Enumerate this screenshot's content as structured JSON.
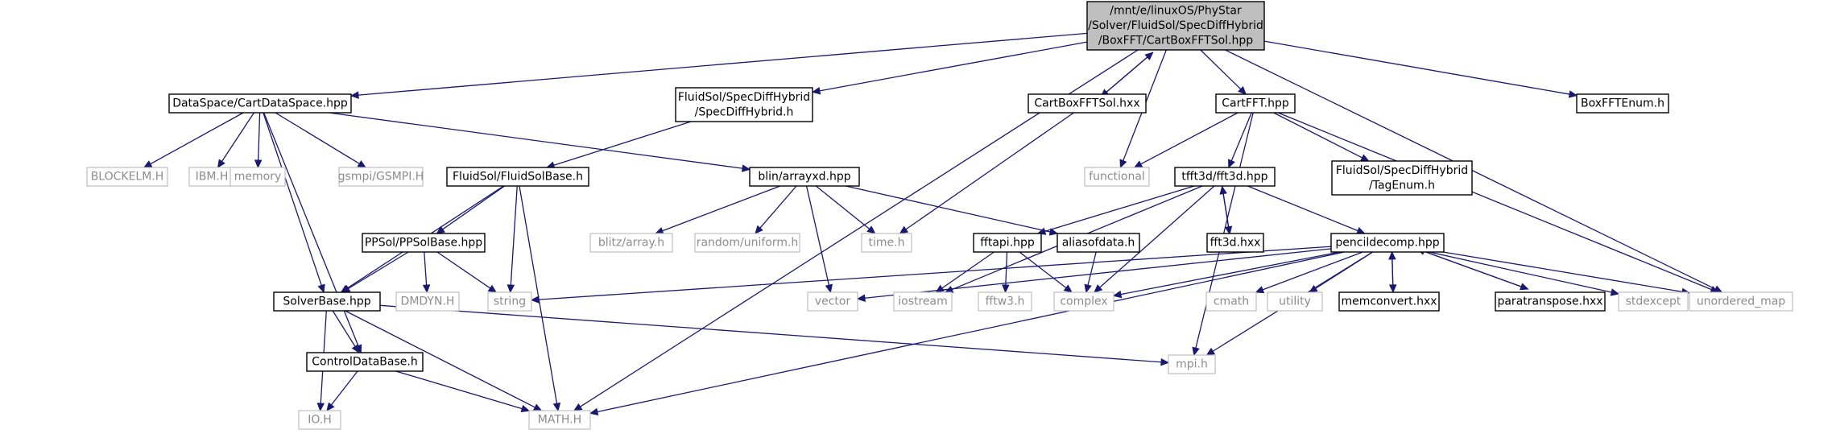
{
  "colors": {
    "edge": "#191970",
    "root_fill": "#bfbfbf",
    "node_border": "#000000",
    "system_border": "#bfbfbf",
    "system_text": "#8c8c8c"
  },
  "nodes": [
    {
      "id": "root",
      "lines": [
        "/mnt/e/linuxOS/PhyStar",
        "/Solver/FluidSol/SpecDiffHybrid",
        "/BoxFFT/CartBoxFFTSol.hpp"
      ],
      "kind": "root"
    },
    {
      "id": "cartdataspace",
      "lines": [
        "DataSpace/CartDataSpace.hpp"
      ],
      "kind": "file"
    },
    {
      "id": "specdiffhybrid",
      "lines": [
        "FluidSol/SpecDiffHybrid",
        "/SpecDiffHybrid.h"
      ],
      "kind": "file"
    },
    {
      "id": "cartboxfftsol_hxx",
      "lines": [
        "CartBoxFFTSol.hxx"
      ],
      "kind": "file"
    },
    {
      "id": "functional",
      "lines": [
        "functional"
      ],
      "kind": "system"
    },
    {
      "id": "cartfft",
      "lines": [
        "CartFFT.hpp"
      ],
      "kind": "file"
    },
    {
      "id": "boxfftenum",
      "lines": [
        "BoxFFTEnum.h"
      ],
      "kind": "file"
    },
    {
      "id": "blockelm",
      "lines": [
        "BLOCKELM.H"
      ],
      "kind": "system"
    },
    {
      "id": "ibm",
      "lines": [
        "IBM.H"
      ],
      "kind": "system"
    },
    {
      "id": "memory",
      "lines": [
        "memory"
      ],
      "kind": "system"
    },
    {
      "id": "gsmpi",
      "lines": [
        "gsmpi/GSMPI.H"
      ],
      "kind": "system"
    },
    {
      "id": "fluidsolbase",
      "lines": [
        "FluidSol/FluidSolBase.h"
      ],
      "kind": "file"
    },
    {
      "id": "arrayxd",
      "lines": [
        "blin/arrayxd.hpp"
      ],
      "kind": "file"
    },
    {
      "id": "fft3d",
      "lines": [
        "tfft3d/fft3d.hpp"
      ],
      "kind": "file"
    },
    {
      "id": "tagenum",
      "lines": [
        "FluidSol/SpecDiffHybrid",
        "/TagEnum.h"
      ],
      "kind": "file"
    },
    {
      "id": "ppsolbase",
      "lines": [
        "PPSol/PPSolBase.hpp"
      ],
      "kind": "file"
    },
    {
      "id": "blitz",
      "lines": [
        "blitz/array.h"
      ],
      "kind": "system"
    },
    {
      "id": "uniform",
      "lines": [
        "random/uniform.h"
      ],
      "kind": "system"
    },
    {
      "id": "time",
      "lines": [
        "time.h"
      ],
      "kind": "system"
    },
    {
      "id": "fftapi",
      "lines": [
        "fftapi.hpp"
      ],
      "kind": "file"
    },
    {
      "id": "aliasofdata",
      "lines": [
        "aliasofdata.h"
      ],
      "kind": "file"
    },
    {
      "id": "fft3d_hxx",
      "lines": [
        "fft3d.hxx"
      ],
      "kind": "file"
    },
    {
      "id": "pencildecomp",
      "lines": [
        "pencildecomp.hpp"
      ],
      "kind": "file"
    },
    {
      "id": "solverbase",
      "lines": [
        "SolverBase.hpp"
      ],
      "kind": "file"
    },
    {
      "id": "dmdyn",
      "lines": [
        "DMDYN.H"
      ],
      "kind": "system"
    },
    {
      "id": "string",
      "lines": [
        "string"
      ],
      "kind": "system"
    },
    {
      "id": "vector",
      "lines": [
        "vector"
      ],
      "kind": "system"
    },
    {
      "id": "iostream",
      "lines": [
        "iostream"
      ],
      "kind": "system"
    },
    {
      "id": "fftw3",
      "lines": [
        "fftw3.h"
      ],
      "kind": "system"
    },
    {
      "id": "complex",
      "lines": [
        "complex"
      ],
      "kind": "system"
    },
    {
      "id": "cmath",
      "lines": [
        "cmath"
      ],
      "kind": "system"
    },
    {
      "id": "utility",
      "lines": [
        "utility"
      ],
      "kind": "system"
    },
    {
      "id": "memconvert",
      "lines": [
        "memconvert.hxx"
      ],
      "kind": "file"
    },
    {
      "id": "paratranspose",
      "lines": [
        "paratranspose.hxx"
      ],
      "kind": "file"
    },
    {
      "id": "stdexcept",
      "lines": [
        "stdexcept"
      ],
      "kind": "system"
    },
    {
      "id": "unordered_map",
      "lines": [
        "unordered_map"
      ],
      "kind": "system"
    },
    {
      "id": "controldatabase",
      "lines": [
        "ControlDataBase.h"
      ],
      "kind": "file"
    },
    {
      "id": "mpi",
      "lines": [
        "mpi.h"
      ],
      "kind": "system"
    },
    {
      "id": "io",
      "lines": [
        "IO.H"
      ],
      "kind": "system"
    },
    {
      "id": "math",
      "lines": [
        "MATH.H"
      ],
      "kind": "system"
    }
  ],
  "edges": [
    [
      "root",
      "cartdataspace"
    ],
    [
      "root",
      "specdiffhybrid"
    ],
    [
      "root",
      "cartboxfftsol_hxx"
    ],
    [
      "root",
      "functional"
    ],
    [
      "root",
      "cartfft"
    ],
    [
      "root",
      "boxfftenum"
    ],
    [
      "root",
      "unordered_map"
    ],
    [
      "root",
      "math"
    ],
    [
      "cartboxfftsol_hxx",
      "root"
    ],
    [
      "cartboxfftsol_hxx",
      "time"
    ],
    [
      "cartdataspace",
      "blockelm"
    ],
    [
      "cartdataspace",
      "ibm"
    ],
    [
      "cartdataspace",
      "memory"
    ],
    [
      "cartdataspace",
      "gsmpi"
    ],
    [
      "cartdataspace",
      "arrayxd"
    ],
    [
      "cartdataspace",
      "solverbase"
    ],
    [
      "cartdataspace",
      "controldatabase"
    ],
    [
      "specdiffhybrid",
      "fluidsolbase"
    ],
    [
      "fluidsolbase",
      "solverbase"
    ],
    [
      "fluidsolbase",
      "ppsolbase"
    ],
    [
      "fluidsolbase",
      "string"
    ],
    [
      "fluidsolbase",
      "math"
    ],
    [
      "arrayxd",
      "blitz"
    ],
    [
      "arrayxd",
      "uniform"
    ],
    [
      "arrayxd",
      "time"
    ],
    [
      "arrayxd",
      "vector"
    ],
    [
      "arrayxd",
      "aliasofdata"
    ],
    [
      "cartfft",
      "functional"
    ],
    [
      "cartfft",
      "fft3d"
    ],
    [
      "cartfft",
      "tagenum"
    ],
    [
      "cartfft",
      "unordered_map"
    ],
    [
      "cartfft",
      "mpi"
    ],
    [
      "fft3d",
      "fftapi"
    ],
    [
      "fft3d",
      "fft3d_hxx"
    ],
    [
      "fft3d",
      "pencildecomp"
    ],
    [
      "fft3d",
      "iostream"
    ],
    [
      "fft3d",
      "complex"
    ],
    [
      "fft3d_hxx",
      "fft3d"
    ],
    [
      "ppsolbase",
      "solverbase"
    ],
    [
      "ppsolbase",
      "dmdyn"
    ],
    [
      "ppsolbase",
      "string"
    ],
    [
      "fftapi",
      "iostream"
    ],
    [
      "fftapi",
      "fftw3"
    ],
    [
      "fftapi",
      "complex"
    ],
    [
      "aliasofdata",
      "complex"
    ],
    [
      "pencildecomp",
      "string"
    ],
    [
      "pencildecomp",
      "vector"
    ],
    [
      "pencildecomp",
      "complex"
    ],
    [
      "pencildecomp",
      "cmath"
    ],
    [
      "pencildecomp",
      "utility"
    ],
    [
      "pencildecomp",
      "memconvert"
    ],
    [
      "pencildecomp",
      "paratranspose"
    ],
    [
      "pencildecomp",
      "stdexcept"
    ],
    [
      "pencildecomp",
      "unordered_map"
    ],
    [
      "pencildecomp",
      "mpi"
    ],
    [
      "pencildecomp",
      "math"
    ],
    [
      "memconvert",
      "pencildecomp"
    ],
    [
      "paratranspose",
      "pencildecomp"
    ],
    [
      "solverbase",
      "controldatabase"
    ],
    [
      "solverbase",
      "io"
    ],
    [
      "solverbase",
      "math"
    ],
    [
      "solverbase",
      "mpi"
    ],
    [
      "controldatabase",
      "io"
    ],
    [
      "controldatabase",
      "math"
    ]
  ]
}
